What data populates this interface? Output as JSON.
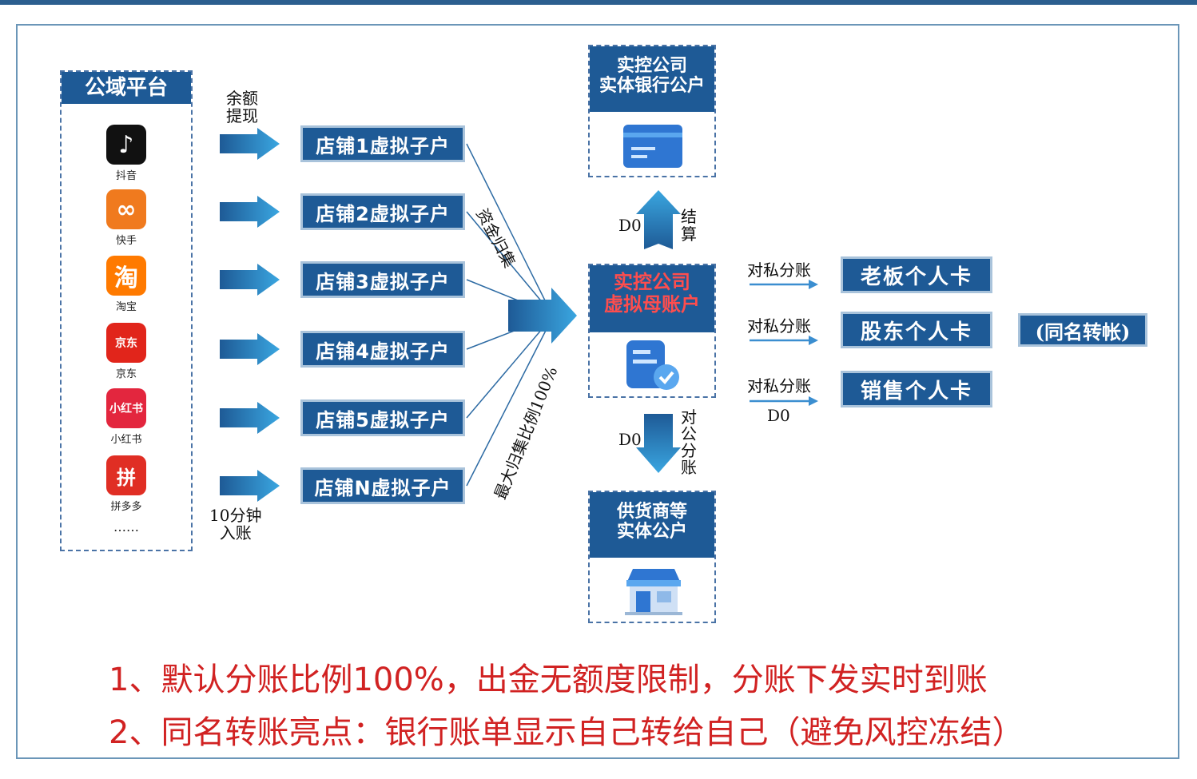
{
  "public_platform": {
    "title": "公域平台",
    "platforms": [
      {
        "name": "抖音",
        "color": "#111111",
        "glyph": "♪",
        "icon": "douyin-icon"
      },
      {
        "name": "快手",
        "color": "#f07a1e",
        "glyph": "∞",
        "icon": "kuaishou-icon"
      },
      {
        "name": "淘宝",
        "color": "#ff7a00",
        "glyph": "淘",
        "icon": "taobao-icon"
      },
      {
        "name": "京东",
        "color": "#e1251b",
        "glyph": "京东",
        "icon": "jd-icon"
      },
      {
        "name": "小红书",
        "color": "#e3263e",
        "glyph": "小红书",
        "icon": "xiaohongshu-icon"
      },
      {
        "name": "拼多多",
        "color": "#e02e24",
        "glyph": "拼",
        "icon": "pinduoduo-icon"
      }
    ],
    "more": "……"
  },
  "labels": {
    "withdraw_line1": "余额",
    "withdraw_line2": "提现",
    "settle10_line1": "10分钟",
    "settle10_line2": "入账",
    "fund_collect": "资金归集",
    "max_ratio": "最大归集比例100%",
    "d0_up": "D0",
    "settle_line1": "结",
    "settle_line2": "算",
    "d0_down": "D0",
    "corp_split": [
      "对",
      "公",
      "分",
      "账"
    ],
    "private_split": "对私分账",
    "d0_private": "D0"
  },
  "shops": [
    "店铺1虚拟子户",
    "店铺2虚拟子户",
    "店铺3虚拟子户",
    "店铺4虚拟子户",
    "店铺5虚拟子户",
    "店铺N虚拟子户"
  ],
  "entity_account": {
    "line1": "实控公司",
    "line2": "实体银行公户"
  },
  "master_account": {
    "line1": "实控公司",
    "line2": "虚拟母账户"
  },
  "supplier_account": {
    "line1": "供货商等",
    "line2": "实体公户"
  },
  "cards": [
    "老板个人卡",
    "股东个人卡",
    "销售个人卡"
  ],
  "same_name": "(同名转帐)",
  "notes": [
    "1、默认分账比例100%，出金无额度限制，分账下发实时到账",
    "2、同名转账亮点：银行账单显示自己转给自己（避免风控冻结）"
  ],
  "colors": {
    "primary": "#1e5a96",
    "accent_red": "#d12222",
    "master_text": "#ff4d4d"
  }
}
